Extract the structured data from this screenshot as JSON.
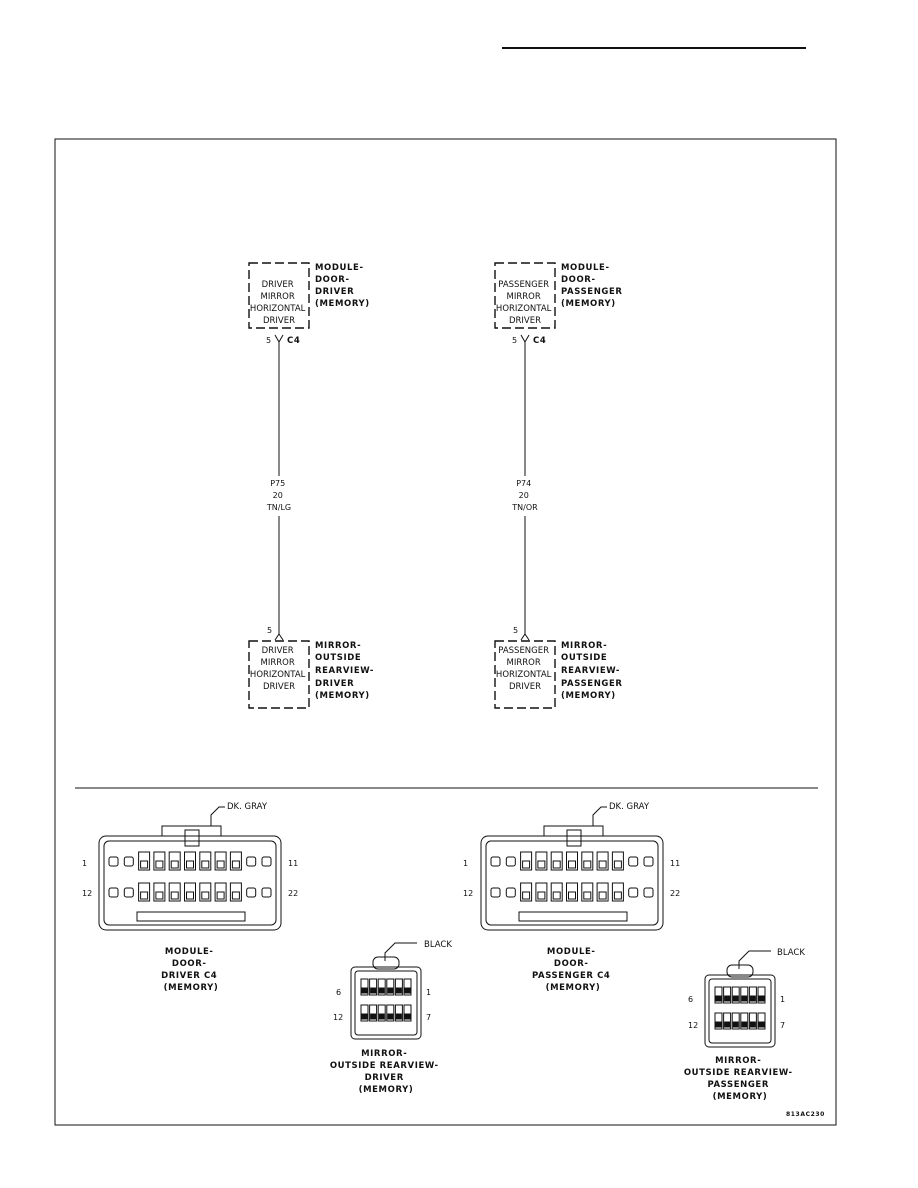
{
  "modules": {
    "driver": {
      "function_lines": [
        "DRIVER",
        "MIRROR",
        "HORIZONTAL",
        "DRIVER"
      ],
      "name_lines": [
        "MODULE-",
        "DOOR-",
        "DRIVER",
        "(MEMORY)"
      ],
      "pin": "5",
      "connector": "C4"
    },
    "passenger": {
      "function_lines": [
        "PASSENGER",
        "MIRROR",
        "HORIZONTAL",
        "DRIVER"
      ],
      "name_lines": [
        "MODULE-",
        "DOOR-",
        "PASSENGER",
        "(MEMORY)"
      ],
      "pin": "5",
      "connector": "C4"
    }
  },
  "wires": {
    "driver": {
      "circuit": "P75",
      "gauge": "20",
      "color": "TN/LG"
    },
    "passenger": {
      "circuit": "P74",
      "gauge": "20",
      "color": "TN/OR"
    }
  },
  "mirrors": {
    "driver": {
      "function_lines": [
        "DRIVER",
        "MIRROR",
        "HORIZONTAL",
        "DRIVER"
      ],
      "name_lines": [
        "MIRROR-",
        "OUTSIDE",
        "REARVIEW-",
        "DRIVER",
        "(MEMORY)"
      ],
      "pin": "5"
    },
    "passenger": {
      "function_lines": [
        "PASSENGER",
        "MIRROR",
        "HORIZONTAL",
        "DRIVER"
      ],
      "name_lines": [
        "MIRROR-",
        "OUTSIDE",
        "REARVIEW-",
        "PASSENGER",
        "(MEMORY)"
      ],
      "pin": "5"
    }
  },
  "connector_views": {
    "driver_module": {
      "color": "DK. GRAY",
      "pins": [
        "1",
        "11",
        "12",
        "22"
      ],
      "caption_lines": [
        "MODULE-",
        "DOOR-",
        "DRIVER C4",
        "(MEMORY)"
      ]
    },
    "passenger_module": {
      "color": "DK. GRAY",
      "pins": [
        "1",
        "11",
        "12",
        "22"
      ],
      "caption_lines": [
        "MODULE-",
        "DOOR-",
        "PASSENGER C4",
        "(MEMORY)"
      ]
    },
    "driver_mirror": {
      "color": "BLACK",
      "pins": [
        "6",
        "1",
        "12",
        "7"
      ],
      "caption_lines": [
        "MIRROR-",
        "OUTSIDE REARVIEW-",
        "DRIVER",
        "(MEMORY)"
      ]
    },
    "passenger_mirror": {
      "color": "BLACK",
      "pins": [
        "6",
        "1",
        "12",
        "7"
      ],
      "caption_lines": [
        "MIRROR-",
        "OUTSIDE REARVIEW-",
        "PASSENGER",
        "(MEMORY)"
      ]
    }
  },
  "figure_code": "813AC230"
}
